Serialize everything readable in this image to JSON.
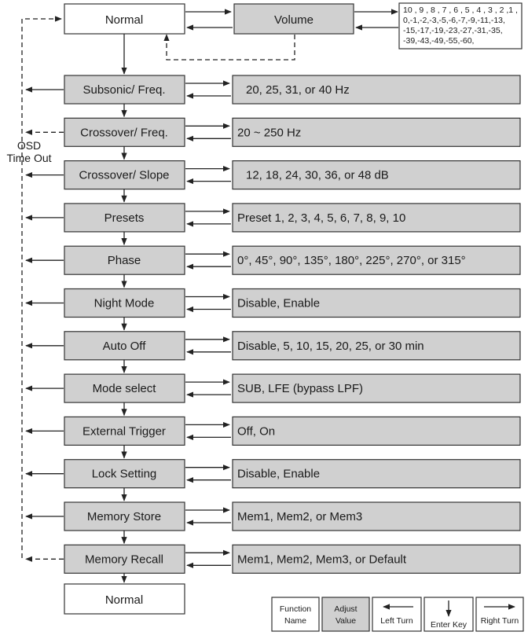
{
  "top_normal": "Normal",
  "volume": {
    "label": "Volume",
    "levels": [
      "10 , 9 , 8 , 7 , 6 , 5 , 4 , 3 , 2 ,1 ,",
      "0,-1,-2,-3,-5,-6,-7,-9,-11,-13,",
      "-15,-17,-19,-23,-27,-31,-35,",
      "-39,-43,-49,-55,-60,"
    ]
  },
  "osd_timeout": [
    "OSD",
    "Time Out"
  ],
  "menu": [
    {
      "name": "Subsonic/ Freq.",
      "value": "20, 25, 31, or 40 Hz"
    },
    {
      "name": "Crossover/ Freq.",
      "value": "20 ~ 250 Hz"
    },
    {
      "name": "Crossover/ Slope",
      "value": "12, 18, 24, 30, 36, or 48 dB"
    },
    {
      "name": "Presets",
      "value": "Preset 1, 2, 3, 4, 5, 6, 7, 8, 9, 10"
    },
    {
      "name": "Phase",
      "value": "0°, 45°, 90°, 135°, 180°, 225°, 270°, or 315°"
    },
    {
      "name": "Night Mode",
      "value": "Disable, Enable"
    },
    {
      "name": "Auto Off",
      "value": "Disable, 5, 10, 15, 20, 25, or 30 min"
    },
    {
      "name": "Mode select",
      "value": "SUB, LFE (bypass LPF)"
    },
    {
      "name": "External Trigger",
      "value": "Off, On"
    },
    {
      "name": "Lock Setting",
      "value": "Disable, Enable"
    },
    {
      "name": "Memory Store",
      "value": "Mem1, Mem2, or Mem3"
    },
    {
      "name": "Memory Recall",
      "value": "Mem1, Mem2, Mem3, or Default"
    }
  ],
  "bottom_normal": "Normal",
  "legend": {
    "function_name": [
      "Function",
      "Name"
    ],
    "adjust_value": [
      "Adjust",
      "Value"
    ],
    "left_turn": "Left Turn",
    "enter_key": "Enter Key",
    "right_turn": "Right Turn"
  }
}
